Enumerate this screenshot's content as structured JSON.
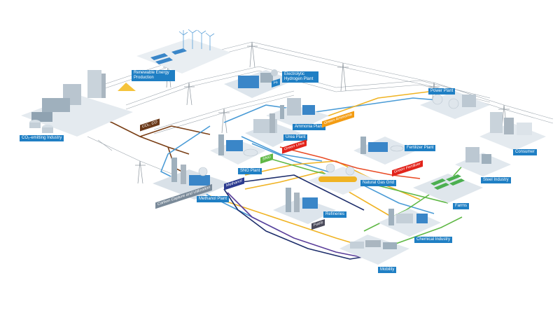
{
  "colors": {
    "co2": "#7a3f16",
    "blue": "#4a9bd6",
    "yellow": "#f0b323",
    "green": "#5fb845",
    "navy": "#1d2d6b",
    "orange_red": "#e94b25",
    "purple": "#5b3f9a",
    "label_bg": "#1f7fc4",
    "tag_green_ammonia": "#f39c12",
    "tag_green_urea": "#e2231a",
    "tag_green_fertilizer": "#e2231a",
    "tag_methanol": "#2b3a8f",
    "tag_sng": "#5fb845",
    "tag_co2": "#6b3a1a",
    "tag_h2": "#1f7fc4",
    "tag_fuels": "#4a4a5a",
    "tag_carbon_capture": "#7a8a99"
  },
  "labels": {
    "renewable": "Renewable Energy Production",
    "electrolytic": "Electrolytic Hydrogen Plant",
    "co2_industry": "CO₂-emitting Industry",
    "ammonia": "Ammonia Plant",
    "urea": "Urea Plant",
    "sng": "SNG Plant",
    "methanol_plant": "Methanol Plant",
    "power_plant": "Power Plant",
    "consumer": "Consumer",
    "fertilizer": "Fertilizer Plant",
    "steel": "Steel Industry",
    "gas_grid": "Natural Gas Grid",
    "farms": "Farms",
    "refineries": "Refineries",
    "chemical": "Chemical Industry",
    "mobility": "Mobility"
  },
  "tags": {
    "h2": "H₂",
    "co2": "CO₂, CO",
    "green_ammonia": "Green Ammonia",
    "green_urea": "Green Urea",
    "sng": "SNG",
    "green_fertilizer": "Green Fertilizer",
    "methanol": "Methanol",
    "carbon_capture": "Carbon Capture and Utilization",
    "fuels": "Fuels"
  },
  "icons": [
    "wind-turbine-icon",
    "solar-panel-icon",
    "power-pylon-icon",
    "factory-icon",
    "storage-tank-icon",
    "greenhouse-icon",
    "vehicle-icon"
  ]
}
